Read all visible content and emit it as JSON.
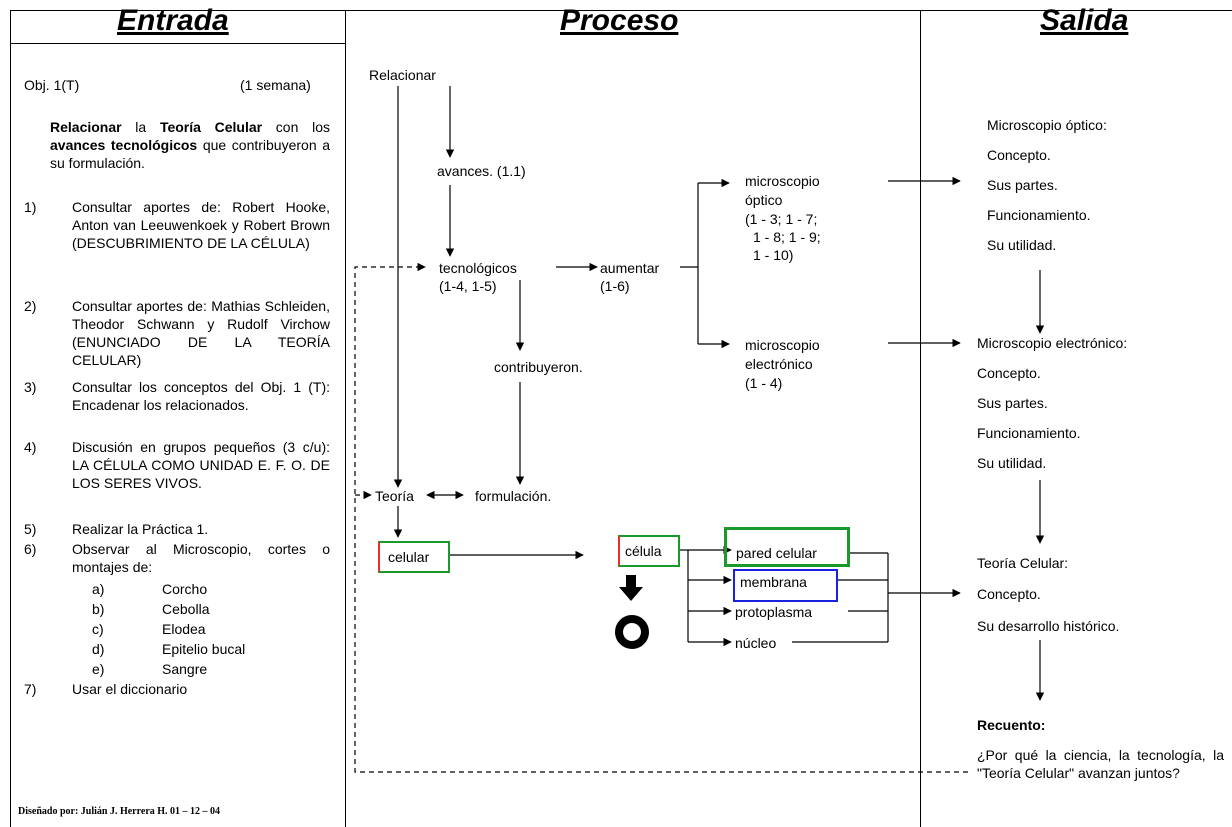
{
  "headers": {
    "entrada": "Entrada",
    "proceso": "Proceso",
    "salida": "Salida"
  },
  "entrada": {
    "obj": "Obj. 1(T)",
    "duration": "(1 semana)",
    "objective": {
      "w1": "Relacionar",
      "w2": " la ",
      "w3": "Teoría Celular",
      "w4": " con los ",
      "w5": "avances tecnológicos",
      "w6": " que contribuyeron a su formulación."
    },
    "steps": [
      {
        "n": "1)",
        "text": "Consultar aportes de: Robert Hooke, Anton van Leeuwenkoek y Robert Brown (DESCUBRIMIENTO DE LA CÉLULA)"
      },
      {
        "n": "2)",
        "text": "Consultar aportes de: Mathias Schleiden, Theodor Schwann y Rudolf Virchow (ENUNCIADO DE LA TEORÍA CELULAR)"
      },
      {
        "n": "3)",
        "text": "Consultar los conceptos del Obj. 1 (T): Encadenar los relacionados."
      },
      {
        "n": "4)",
        "text": "Discusión en grupos pequeños (3 c/u): LA CÉLULA COMO UNIDAD E. F. O. DE LOS SERES VIVOS."
      },
      {
        "n": "5)",
        "text": "Realizar la Práctica 1."
      },
      {
        "n": "6)",
        "text": "Observar al Microscopio, cortes o montajes de:"
      },
      {
        "n": "7)",
        "text": "Usar el diccionario"
      }
    ],
    "sub_items": [
      {
        "l": "a)",
        "t": "Corcho"
      },
      {
        "l": "b)",
        "t": "Cebolla"
      },
      {
        "l": "c)",
        "t": "Elodea"
      },
      {
        "l": "d)",
        "t": "Epitelio bucal"
      },
      {
        "l": "e)",
        "t": "Sangre"
      }
    ],
    "signature": "Diseñado por: Julián J. Herrera H. 01 – 12 – 04"
  },
  "proceso": {
    "relacionar": "Relacionar",
    "avances": "avances. (1.1)",
    "tecnologicos": "tecnológicos",
    "tecnologicos_ref": "(1-4, 1-5)",
    "aumentar": "aumentar",
    "aumentar_ref": "(1-6)",
    "micro_optico_1": "microscopio",
    "micro_optico_2": "óptico",
    "micro_optico_refs": [
      "(1 - 3; 1 - 7;",
      "1 - 8; 1 - 9;",
      "1 - 10)"
    ],
    "micro_electronico_1": "microscopio",
    "micro_electronico_2": "electrónico",
    "micro_electronico_ref": "(1 - 4)",
    "contribuyeron": "contribuyeron.",
    "teoria": "Teoría",
    "formulacion": "formulación.",
    "celular": "celular",
    "celula": "célula",
    "pared": "pared celular",
    "membrana": "membrana",
    "protoplasma": "protoplasma",
    "nucleo": "núcleo"
  },
  "salida": {
    "optico": [
      "Microscopio óptico:",
      "Concepto.",
      "Sus partes.",
      "Funcionamiento.",
      "Su utilidad."
    ],
    "electronico": [
      "Microscopio electrónico:",
      "Concepto.",
      "Sus partes.",
      "Funcionamiento.",
      "Su utilidad."
    ],
    "teoria": [
      "Teoría Celular:",
      "Concepto.",
      "Su desarrollo histórico."
    ],
    "recuento_title": "Recuento:",
    "recuento_text": "¿Por qué la ciencia, la tecnología, la \"Teoría Celular\" avanzan juntos?"
  },
  "colors": {
    "red": "#e8302a",
    "green": "#1a9a2a",
    "blue": "#1a22e0"
  }
}
